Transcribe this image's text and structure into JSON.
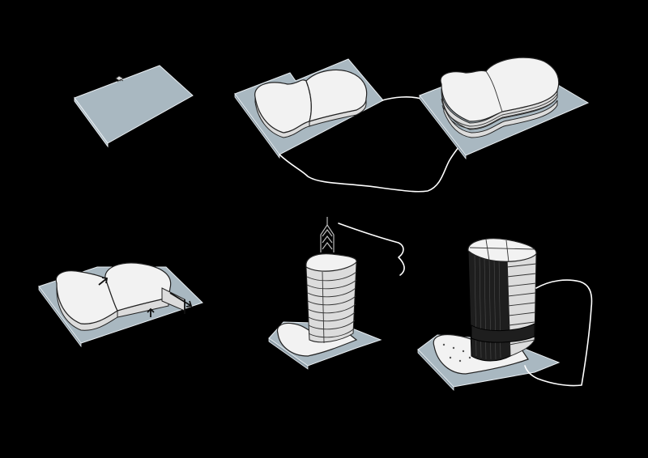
{
  "diagram": {
    "steps": [
      {
        "id": "step-1"
      },
      {
        "id": "step-2"
      },
      {
        "id": "step-3"
      },
      {
        "id": "step-4"
      },
      {
        "id": "step-5"
      },
      {
        "id": "step-6"
      }
    ]
  },
  "colors": {
    "background": "#000000",
    "site_plate": "#a9b8c1",
    "mass": "#f2f2f2",
    "outline": "#222222",
    "path": "#ffffff"
  }
}
